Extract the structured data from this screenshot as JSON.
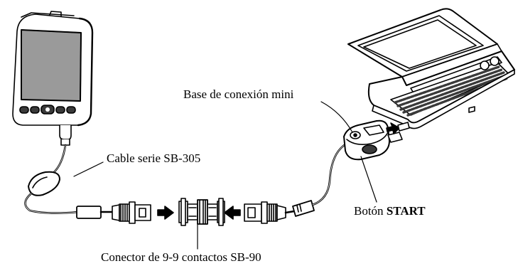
{
  "labels": {
    "cable": "Cable serie SB-305",
    "base": "Base de conexión mini",
    "start_prefix": "Botón ",
    "start_bold": "START",
    "conector": "Conector de 9-9 contactos SB-90"
  },
  "colors": {
    "ink": "#000000",
    "screen": "#9a9a9a",
    "key": "#3a3a3a",
    "paper": "#ffffff"
  }
}
